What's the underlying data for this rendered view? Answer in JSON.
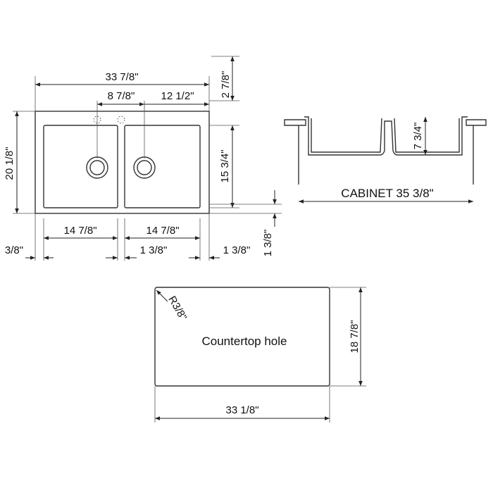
{
  "dimensions": {
    "overall_width": "33  7/8\"",
    "faucet_offset_left": "8  7/8\"",
    "faucet_offset_right": "12  1/2\"",
    "top_margin": "2  7/8\"",
    "overall_depth": "20  1/8\"",
    "bowl_depth": "15  3/4\"",
    "bowl_width_left": "14  7/8\"",
    "bowl_width_right": "14  7/8\"",
    "edge_margin": "3/8\"",
    "divider_width": "1  3/8\"",
    "right_margin": "1  3/8\"",
    "side_height": "1  3/8\"",
    "bowl_height": "7  3/4\"",
    "cabinet": "CABINET 35  3/8\"",
    "radius": "R3/8\"",
    "hole_depth": "18  7/8\"",
    "hole_width": "33  1/8\""
  },
  "labels": {
    "countertop_hole": "Countertop hole"
  },
  "colors": {
    "line": "#222222",
    "background": "#ffffff"
  }
}
